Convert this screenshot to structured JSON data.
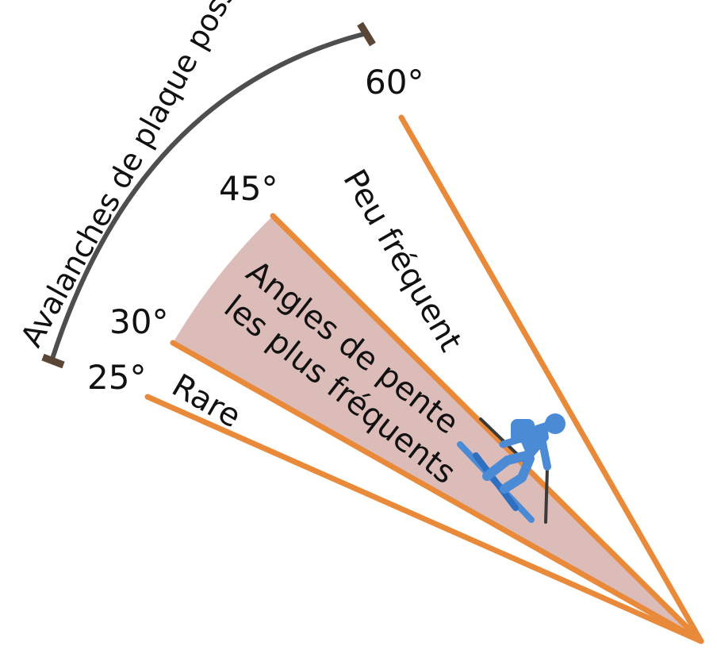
{
  "colors": {
    "line": "#e98a3a",
    "sector_fill": "#dcbcb9",
    "arc": "#4e4e4e",
    "arc_caps": "#5b4636",
    "skier": "#4b8bd6"
  },
  "angles": [
    {
      "label": "60°",
      "degrees": 60
    },
    {
      "label": "45°",
      "degrees": 45
    },
    {
      "label": "30°",
      "degrees": 30
    },
    {
      "label": "25°",
      "degrees": 25
    }
  ],
  "zones": {
    "rare": "Rare",
    "frequent_line1": "Angles de pente",
    "frequent_line2": "les plus fréquents",
    "uncommon": "Peu fréquent"
  },
  "arc_label": "Avalanches de plaque possibles",
  "icons": {
    "skier": "skier-icon"
  }
}
